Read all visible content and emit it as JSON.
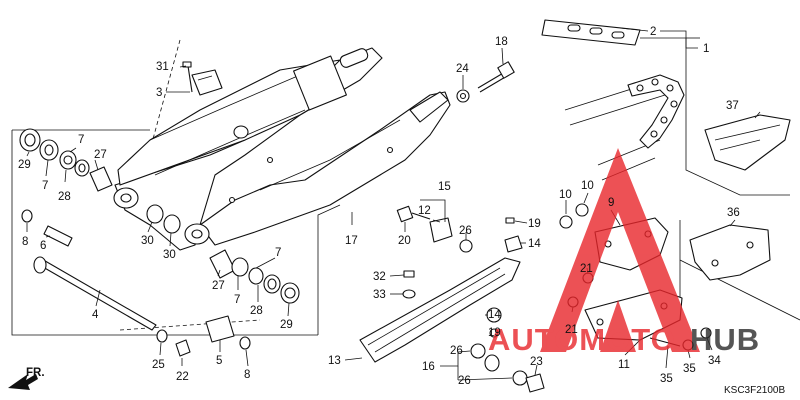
{
  "diagram": {
    "code": "KSC3F2100B",
    "direction_label": "FR.",
    "callouts": {
      "c1": "1",
      "c2": "2",
      "c3": "3",
      "c4": "4",
      "c5": "5",
      "c6": "6",
      "c7a": "7",
      "c7b": "7",
      "c7c": "7",
      "c7d": "7",
      "c8a": "8",
      "c8b": "8",
      "c9": "9",
      "c10a": "10",
      "c10b": "10",
      "c11": "11",
      "c12": "12",
      "c13": "13",
      "c14a": "14",
      "c14b": "14",
      "c15": "15",
      "c16": "16",
      "c17": "17",
      "c18": "18",
      "c19a": "19",
      "c19b": "19",
      "c20": "20",
      "c21a": "21",
      "c21b": "21",
      "c22": "22",
      "c23": "23",
      "c24": "24",
      "c25": "25",
      "c26a": "26",
      "c26b": "26",
      "c26c": "26",
      "c27a": "27",
      "c27b": "27",
      "c28a": "28",
      "c28b": "28",
      "c29a": "29",
      "c29b": "29",
      "c30a": "30",
      "c30b": "30",
      "c31": "31",
      "c32": "32",
      "c33": "33",
      "c34": "34",
      "c35a": "35",
      "c35b": "35",
      "c36": "36",
      "c37": "37"
    }
  },
  "watermark": {
    "brand": "AUTOMOTOHUB",
    "color_red": "#e8262b",
    "color_dark": "#2b2b2b"
  }
}
